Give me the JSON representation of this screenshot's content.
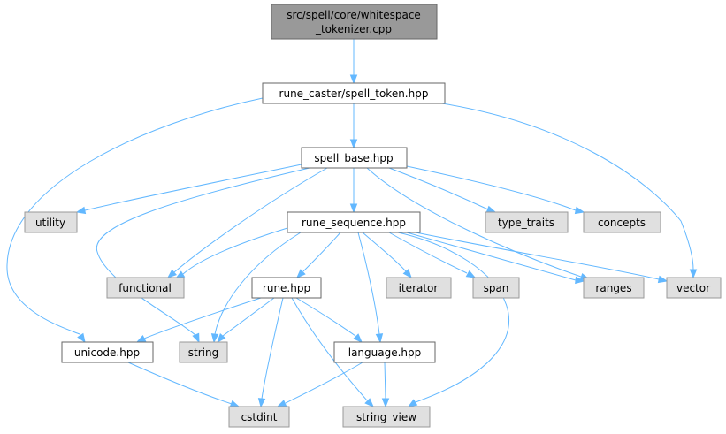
{
  "colors": {
    "edge": "#63b8ff",
    "root_fill": "#999999",
    "local_fill": "#ffffff",
    "system_fill": "#e0e0e0",
    "border": "#666666"
  },
  "nodes": {
    "root": {
      "line1": "src/spell/core/whitespace",
      "line2": "_tokenizer.cpp"
    },
    "spell_token": {
      "label": "rune_caster/spell_token.hpp"
    },
    "spell_base": {
      "label": "spell_base.hpp"
    },
    "utility": {
      "label": "utility"
    },
    "type_traits": {
      "label": "type_traits"
    },
    "concepts": {
      "label": "concepts"
    },
    "rune_sequence": {
      "label": "rune_sequence.hpp"
    },
    "functional": {
      "label": "functional"
    },
    "rune": {
      "label": "rune.hpp"
    },
    "iterator": {
      "label": "iterator"
    },
    "span": {
      "label": "span"
    },
    "ranges": {
      "label": "ranges"
    },
    "vector": {
      "label": "vector"
    },
    "unicode": {
      "label": "unicode.hpp"
    },
    "string": {
      "label": "string"
    },
    "language": {
      "label": "language.hpp"
    },
    "cstdint": {
      "label": "cstdint"
    },
    "string_view": {
      "label": "string_view"
    }
  }
}
